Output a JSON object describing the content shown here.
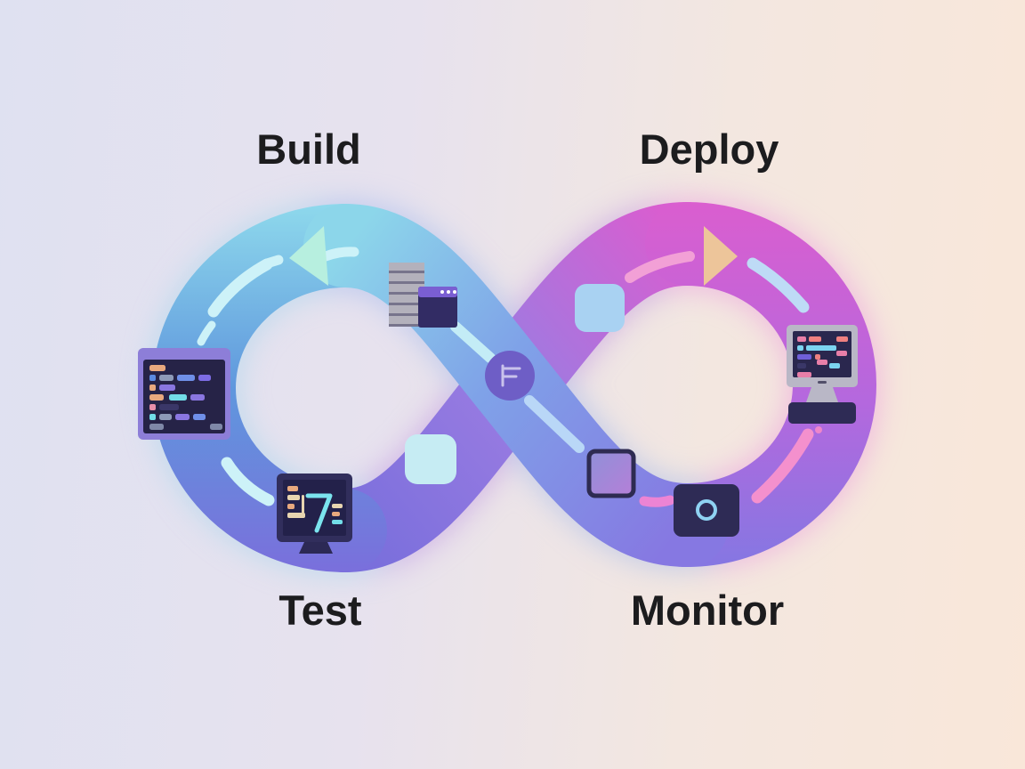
{
  "diagram": {
    "type": "devops-infinity-loop",
    "stages": [
      {
        "label": "Build",
        "position": "top-left"
      },
      {
        "label": "Deploy",
        "position": "top-right"
      },
      {
        "label": "Test",
        "position": "bottom-left"
      },
      {
        "label": "Monitor",
        "position": "bottom-right"
      }
    ],
    "arrows": [
      {
        "name": "left-arrow",
        "direction": "left",
        "color": "#b7efdf"
      },
      {
        "name": "right-arrow",
        "direction": "right",
        "color": "#edc59a"
      }
    ],
    "icons": [
      {
        "name": "code-editor-icon",
        "location": "left-loop-left"
      },
      {
        "name": "test-results-monitor-icon",
        "location": "left-loop-bottom"
      },
      {
        "name": "server-stack-window-icon",
        "location": "center-upper-left"
      },
      {
        "name": "commit-node-icon",
        "location": "center"
      },
      {
        "name": "artifact-square-icon",
        "location": "center-upper-right"
      },
      {
        "name": "package-square-icon",
        "location": "center-lower-left"
      },
      {
        "name": "container-square-icon",
        "location": "center-lower-right"
      },
      {
        "name": "camera-panel-icon",
        "location": "right-loop-bottom"
      },
      {
        "name": "desktop-computer-icon",
        "location": "right-loop-right"
      }
    ],
    "colors": {
      "background_left": "#dfe1f1",
      "background_right": "#f9e7d9",
      "left_loop_top": "#8ed9ec",
      "left_loop_mid": "#5f97dd",
      "left_loop_bottom": "#7a6fdc",
      "right_loop_top": "#da5ecf",
      "right_loop_mid": "#b468de",
      "right_loop_bottom": "#8577e2",
      "cross_band_center": "#7fa2e8",
      "label_text": "#1c1c1e",
      "dash_cyan": "#cdf2f8",
      "dash_blue": "#b9d7f7",
      "dash_pink": "#f490cd",
      "icon_dark_navy": "#2e2b55",
      "icon_screen_navy": "#24224a",
      "icon_purple_bar": "#8d7ed8"
    }
  }
}
